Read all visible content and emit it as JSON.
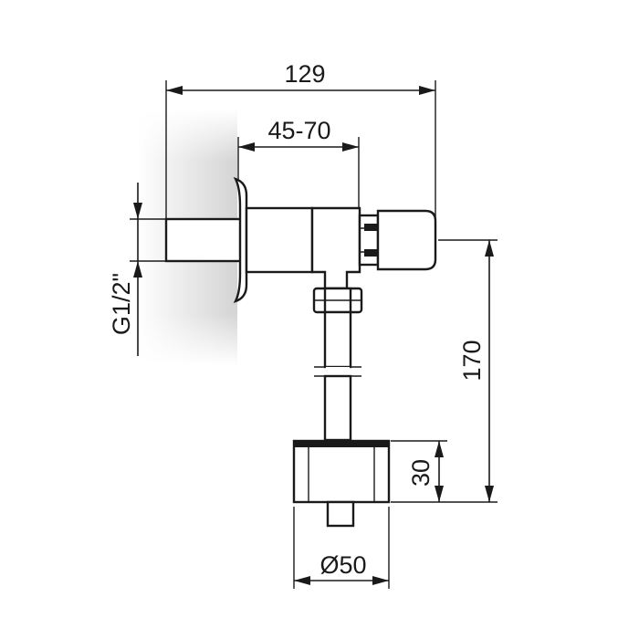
{
  "drawing": {
    "dimensions": {
      "overall_length": "129",
      "wall_range": "45-70",
      "thread": "G1/2\"",
      "height": "170",
      "body_height": "30",
      "body_diameter": "Ø50"
    }
  }
}
